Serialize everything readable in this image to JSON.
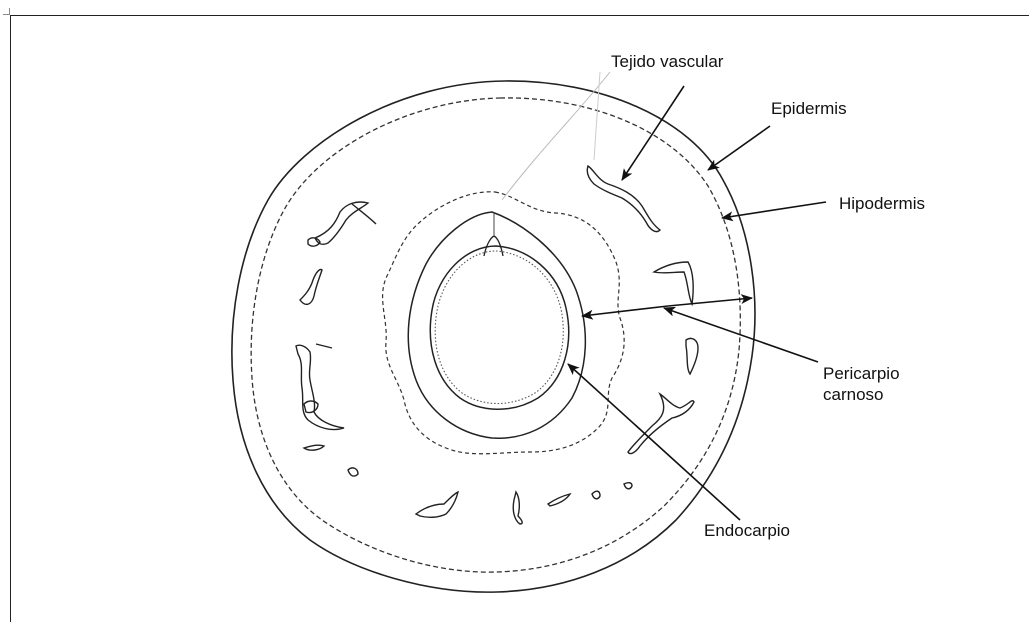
{
  "labels": {
    "tejido_vascular": "Tejido vascular",
    "epidermis": "Epidermis",
    "hipodermis": "Hipodermis",
    "pericarpio_line1": "Pericarpio",
    "pericarpio_line2": "carnoso",
    "endocarpio": "Endocarpio"
  },
  "colors": {
    "ink": "#222222",
    "background": "#ffffff"
  }
}
